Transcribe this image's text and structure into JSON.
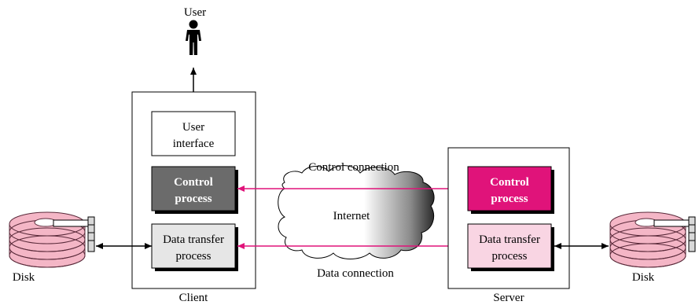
{
  "labels": {
    "user": "User",
    "client": "Client",
    "server": "Server",
    "disk_left": "Disk",
    "disk_right": "Disk",
    "internet": "Internet",
    "control_connection": "Control connection",
    "data_connection": "Data connection"
  },
  "client_boxes": {
    "ui_line1": "User",
    "ui_line2": "interface",
    "control_line1": "Control",
    "control_line2": "process",
    "data_line1": "Data transfer",
    "data_line2": "process"
  },
  "server_boxes": {
    "control_line1": "Control",
    "control_line2": "process",
    "data_line1": "Data transfer",
    "data_line2": "process"
  },
  "colors": {
    "magenta": "#e0137a",
    "client_control_fill": "#6b6b6b",
    "server_control_fill": "#e0137a",
    "client_data_fill": "#e6e6e6",
    "server_data_fill": "#f9d5e3",
    "disk_fill": "#f4b6c6",
    "disk_stroke": "#5a2a3a"
  },
  "icons": {
    "user": "person-icon",
    "disk": "disk-stack-icon",
    "network": "cloud-icon"
  }
}
